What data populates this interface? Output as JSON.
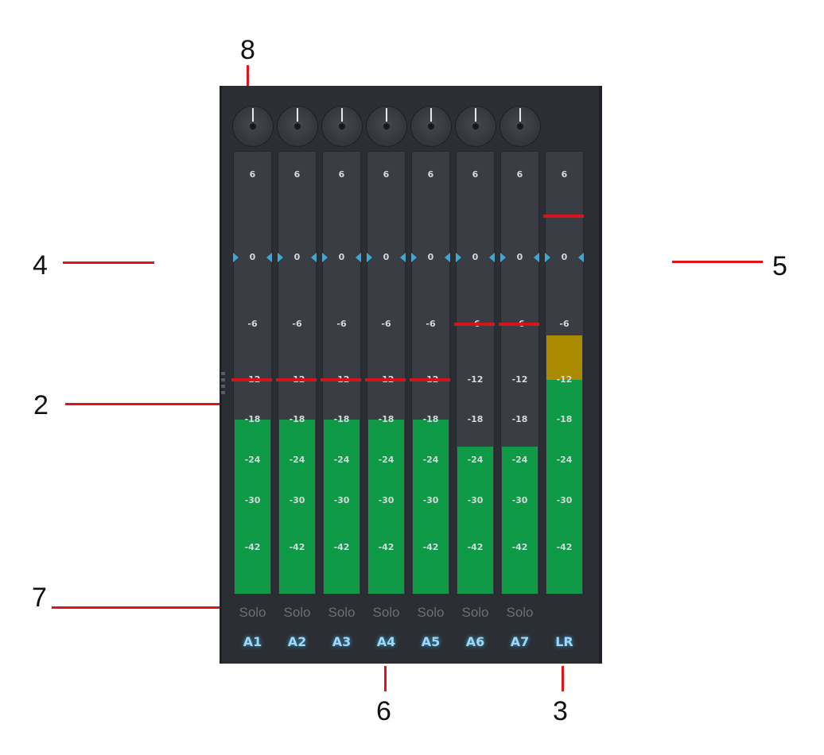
{
  "callouts": [
    {
      "label": "8"
    },
    {
      "label": "4"
    },
    {
      "label": "5"
    },
    {
      "label": "2"
    },
    {
      "label": "7"
    },
    {
      "label": "6"
    },
    {
      "label": "3"
    }
  ],
  "scale_labels": [
    "6",
    "0",
    "-6",
    "-12",
    "-18",
    "-24",
    "-30",
    "-42"
  ],
  "solo_label": "Solo",
  "channels": [
    {
      "name": "A1",
      "has_pan": true,
      "has_solo": true,
      "fader_db": -12,
      "meter_db": -18,
      "clip": false
    },
    {
      "name": "A2",
      "has_pan": true,
      "has_solo": true,
      "fader_db": -12,
      "meter_db": -18,
      "clip": false
    },
    {
      "name": "A3",
      "has_pan": true,
      "has_solo": true,
      "fader_db": -12,
      "meter_db": -18,
      "clip": false
    },
    {
      "name": "A4",
      "has_pan": true,
      "has_solo": true,
      "fader_db": -12,
      "meter_db": -18,
      "clip": false
    },
    {
      "name": "A5",
      "has_pan": true,
      "has_solo": true,
      "fader_db": -12,
      "meter_db": -18,
      "clip": false
    },
    {
      "name": "A6",
      "has_pan": true,
      "has_solo": true,
      "fader_db": -6,
      "meter_db": -22,
      "clip": false
    },
    {
      "name": "A7",
      "has_pan": true,
      "has_solo": true,
      "fader_db": -6,
      "meter_db": -22,
      "clip": false
    },
    {
      "name": "LR",
      "has_pan": false,
      "has_solo": false,
      "fader_db": 3,
      "meter_db": -12,
      "clip": true
    }
  ],
  "colors": {
    "meter_green": "#0e9a46",
    "meter_clip": "#a98a00",
    "fader_red": "#d8131b",
    "unity_marker": "#38a9d8",
    "channel_name": "#9fd8f5",
    "callout_red": "#e0141b"
  }
}
